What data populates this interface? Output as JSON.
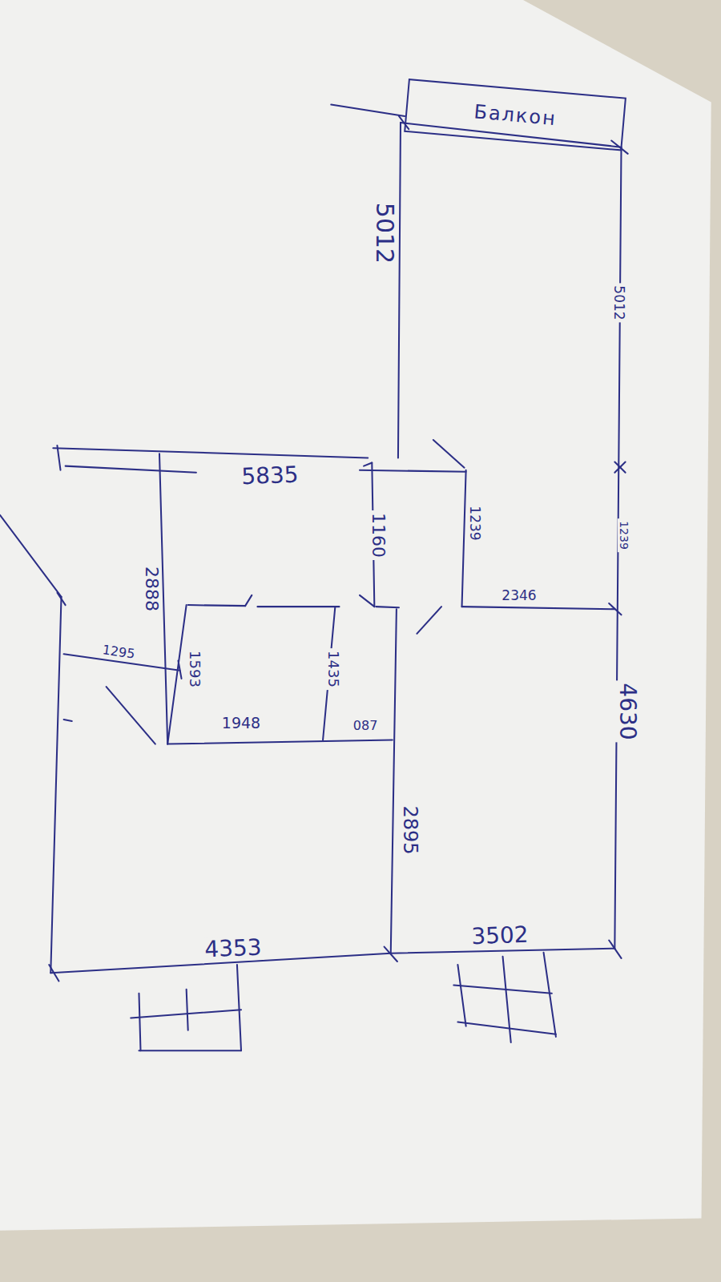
{
  "diagram": {
    "nodes": [
      {
        "text": [
          "Балкон"
        ]
      }
    ],
    "labels": [
      "5012",
      "5012",
      "5835",
      "1160",
      "1239",
      "1239",
      "2346",
      "4630",
      "2888",
      "1295",
      "1593",
      "1435",
      "1948",
      "087",
      "2895",
      "4353",
      "3502"
    ]
  }
}
